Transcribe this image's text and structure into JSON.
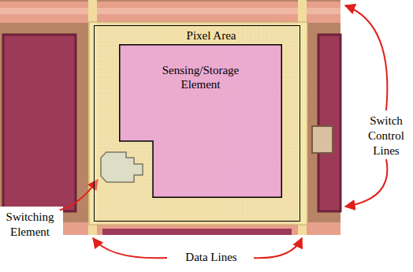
{
  "diagram": {
    "nodes": [
      {
        "text": [
          "Pixel Area"
        ]
      },
      {
        "text": [
          "Sensing/Storage Element"
        ],
        "in": 0
      }
    ],
    "labels": [
      "Switching Element",
      "Switch Control Lines",
      "Data Lines"
    ]
  }
}
